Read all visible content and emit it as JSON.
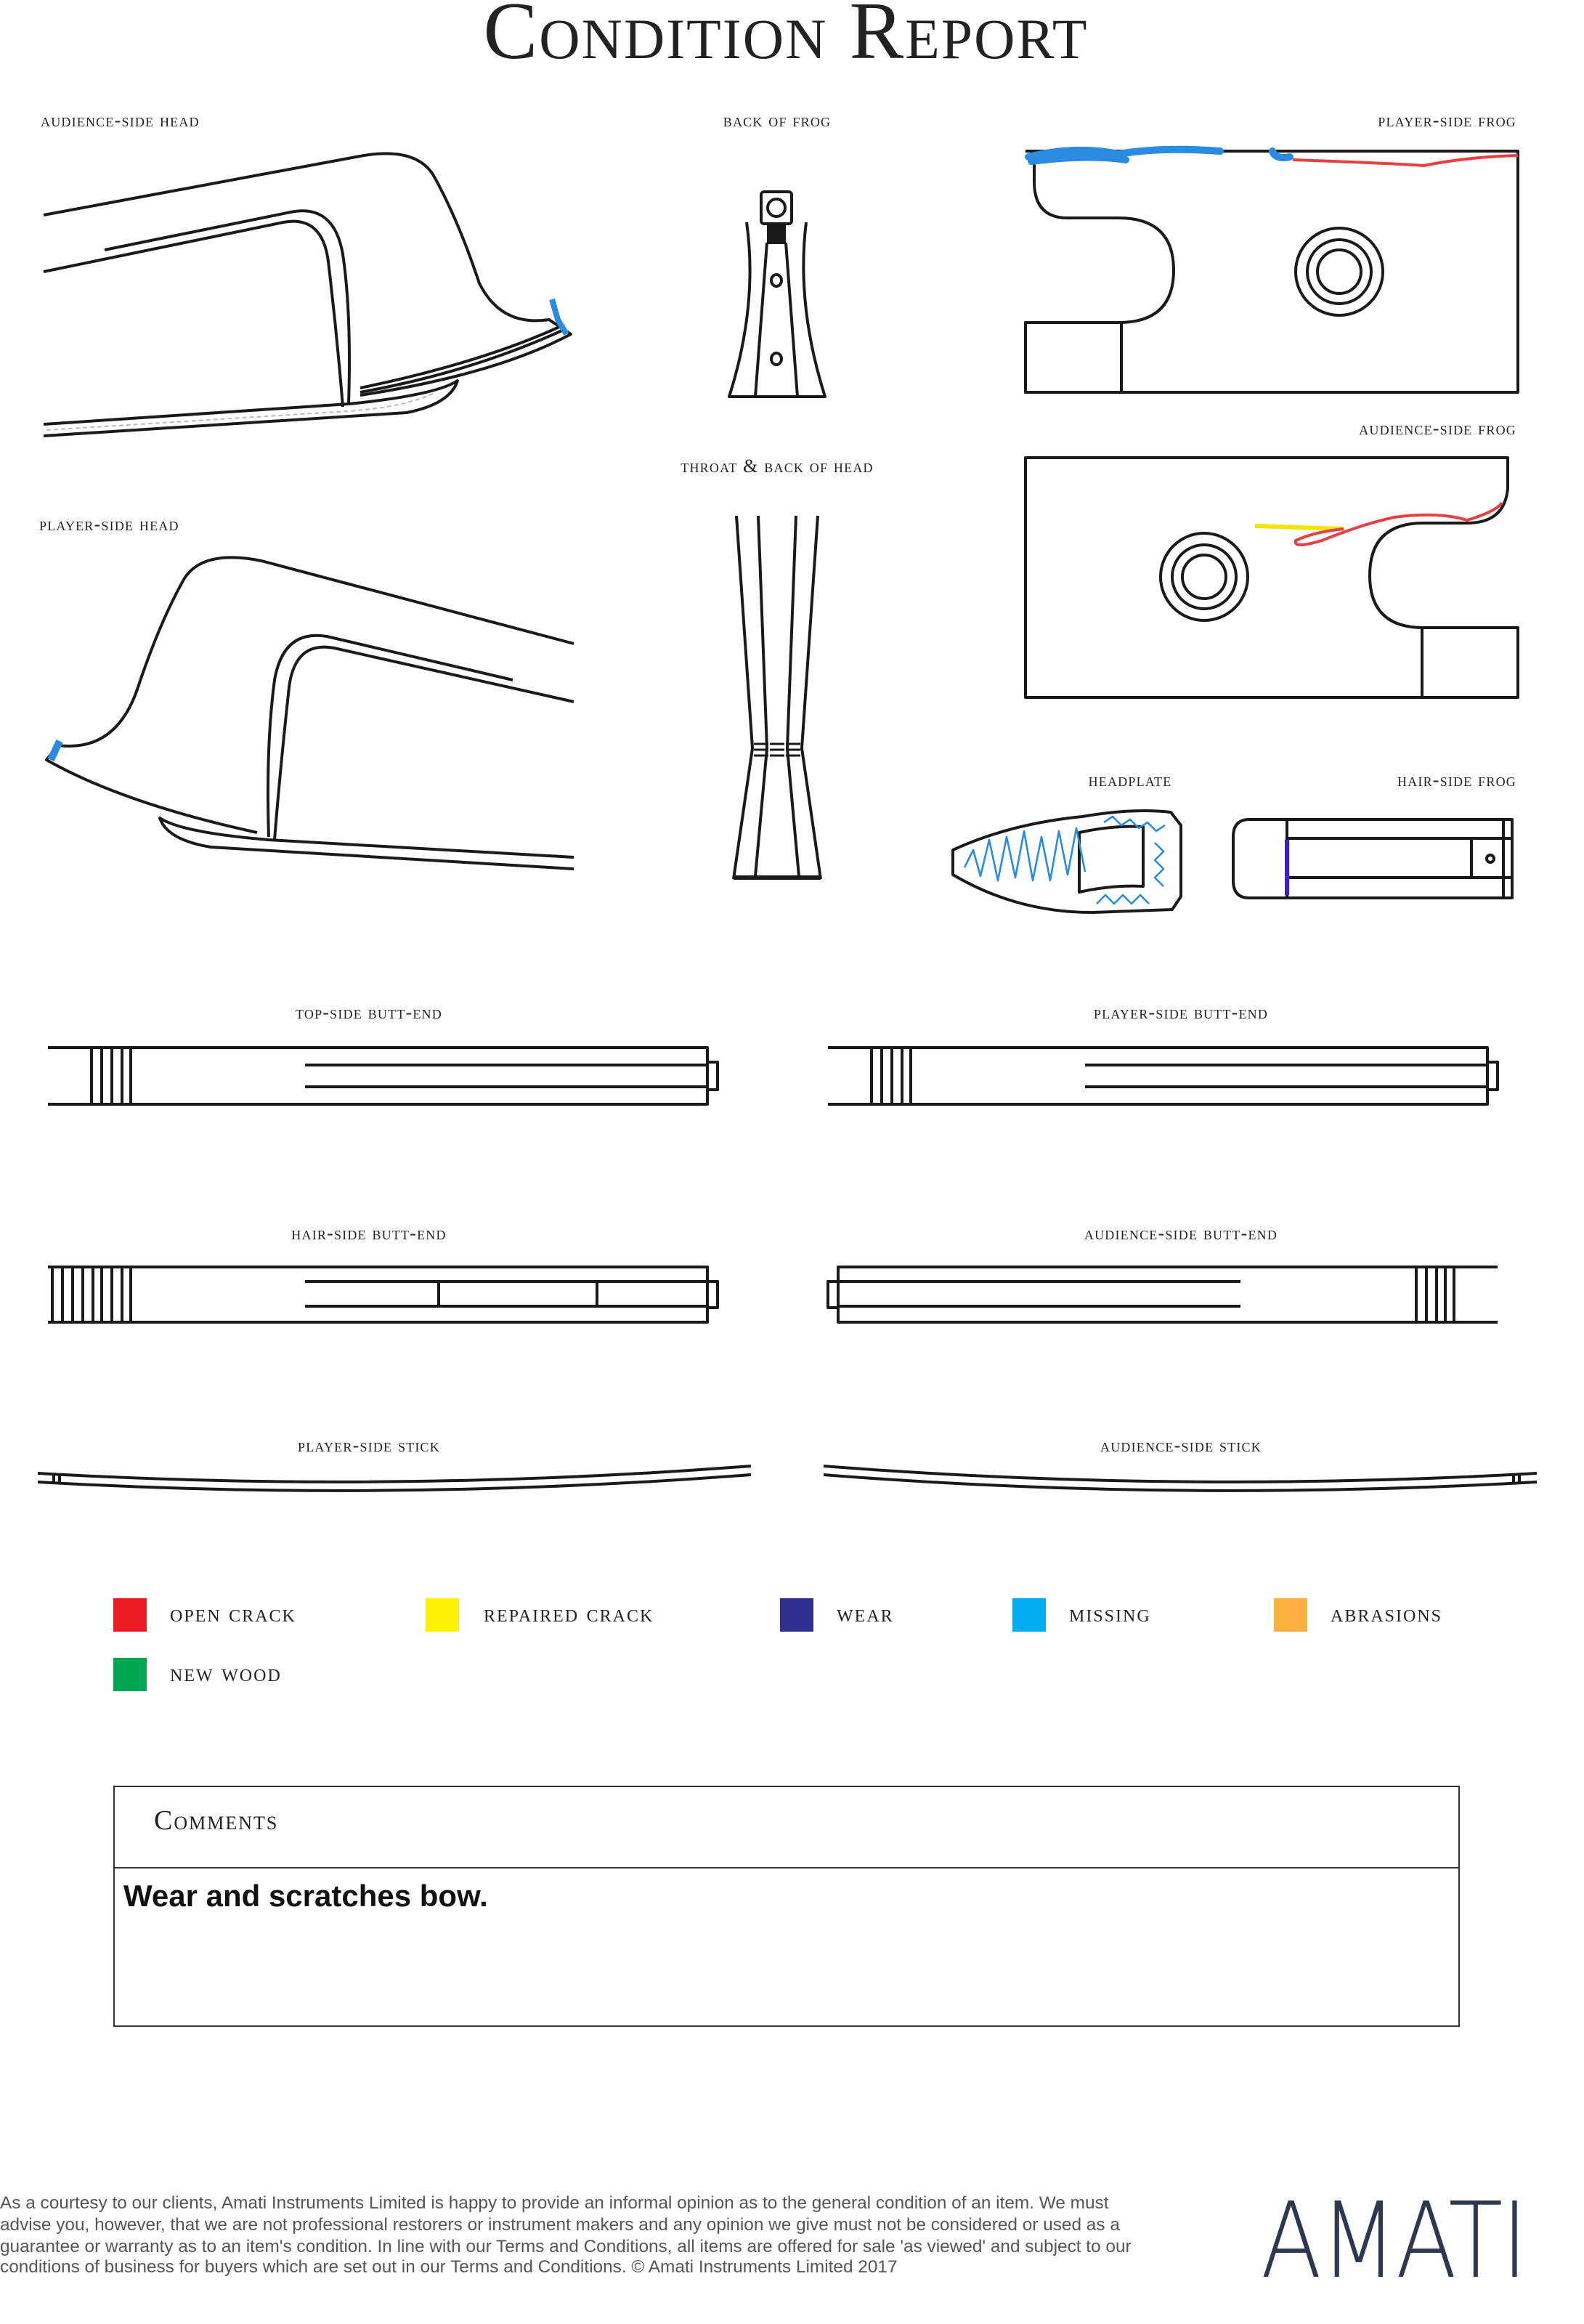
{
  "title": "Condition Report",
  "views": {
    "audience_side_head": "Audience-side head",
    "back_of_frog": "Back of frog",
    "player_side_frog": "Player-side frog",
    "audience_side_frog": "Audience-side frog",
    "throat_back_of_head": "Throat & back of head",
    "player_side_head": "Player-side head",
    "headplate": "Headplate",
    "hair_side_frog": "Hair-side frog",
    "top_side_butt_end": "Top-side butt-end",
    "player_side_butt_end": "Player-side butt-end",
    "hair_side_butt_end": "Hair-side butt-end",
    "audience_side_butt_end": "Audience-side butt-end",
    "player_side_stick": "Player-side stick",
    "audience_side_stick": "Audience-side stick"
  },
  "legend": [
    {
      "label": "Open crack",
      "color": "#ed1c24"
    },
    {
      "label": "Repaired crack",
      "color": "#fff200"
    },
    {
      "label": "Wear",
      "color": "#2e3192"
    },
    {
      "label": "Missing",
      "color": "#00aeef"
    },
    {
      "label": "Abrasions",
      "color": "#fbb040"
    },
    {
      "label": "New wood",
      "color": "#00a651"
    }
  ],
  "comments": {
    "heading": "Comments",
    "text": "Wear and scratches bow."
  },
  "footer": {
    "disclaimer": "As a courtesy to our clients, Amati Instruments Limited is happy to provide an informal opinion as to the general condition of an item. We must advise you, however, that we are not professional restorers or instrument makers and any opinion we give must not be considered or used as a guarantee or warranty as to an item's condition. In line with our Terms and Conditions, all items are offered for sale 'as viewed' and subject to our conditions of business for buyers which are set out in our Terms and Conditions. © Amati Instruments Limited 2017",
    "logo": "AMATI"
  }
}
